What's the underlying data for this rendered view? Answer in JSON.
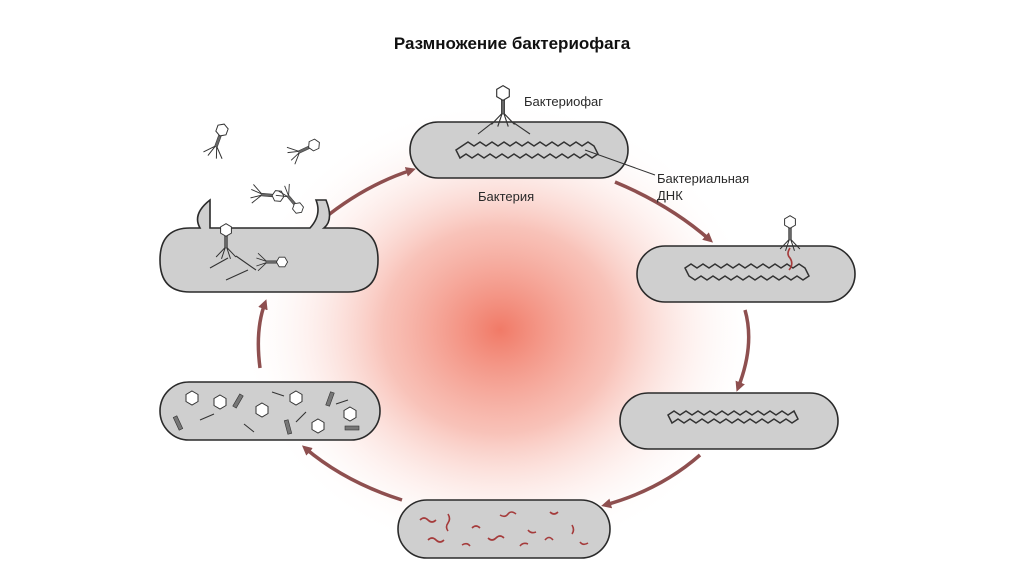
{
  "title": "Размножение бактериофага",
  "labels": {
    "phage": "Бактериофаг",
    "bacterial_dna_line1": "Бактериальная",
    "bacterial_dna_line2": "ДНК",
    "bacterium": "Бактерия"
  },
  "colors": {
    "glow": "#f0735f",
    "arrow": "#8e4f4f",
    "cell_fill": "#cfcfcf",
    "fragment": "#a53b3b"
  }
}
